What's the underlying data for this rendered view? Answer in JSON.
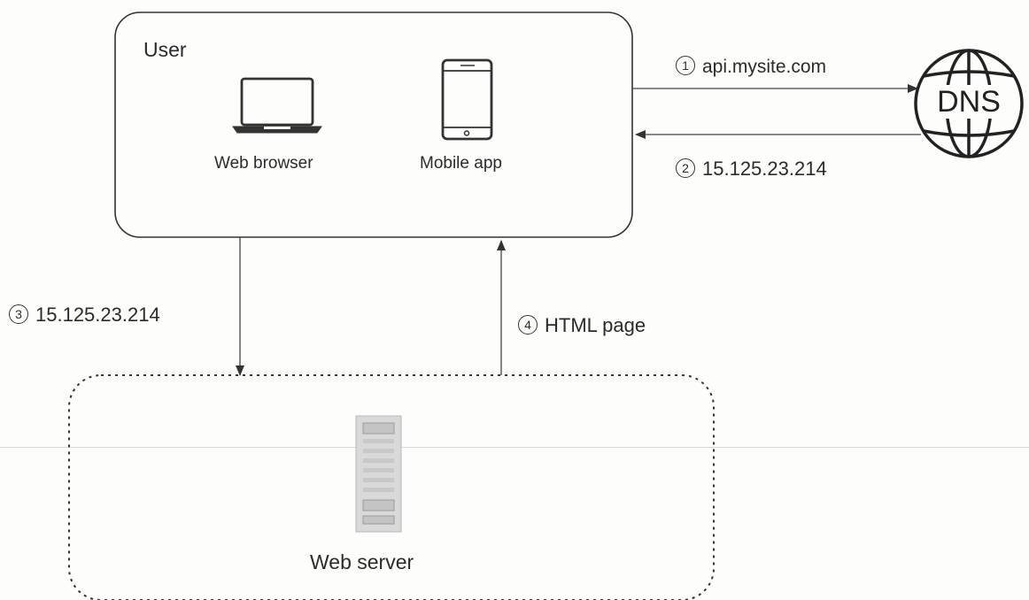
{
  "user_box": {
    "title": "User",
    "web_browser_label": "Web browser",
    "mobile_app_label": "Mobile app"
  },
  "dns": {
    "label": "DNS"
  },
  "steps": {
    "step1": {
      "number": "1",
      "text": "api.mysite.com"
    },
    "step2": {
      "number": "2",
      "text": "15.125.23.214"
    },
    "step3": {
      "number": "3",
      "text": "15.125.23.214"
    },
    "step4": {
      "number": "4",
      "text": "HTML page"
    }
  },
  "web_server": {
    "label": "Web server"
  }
}
